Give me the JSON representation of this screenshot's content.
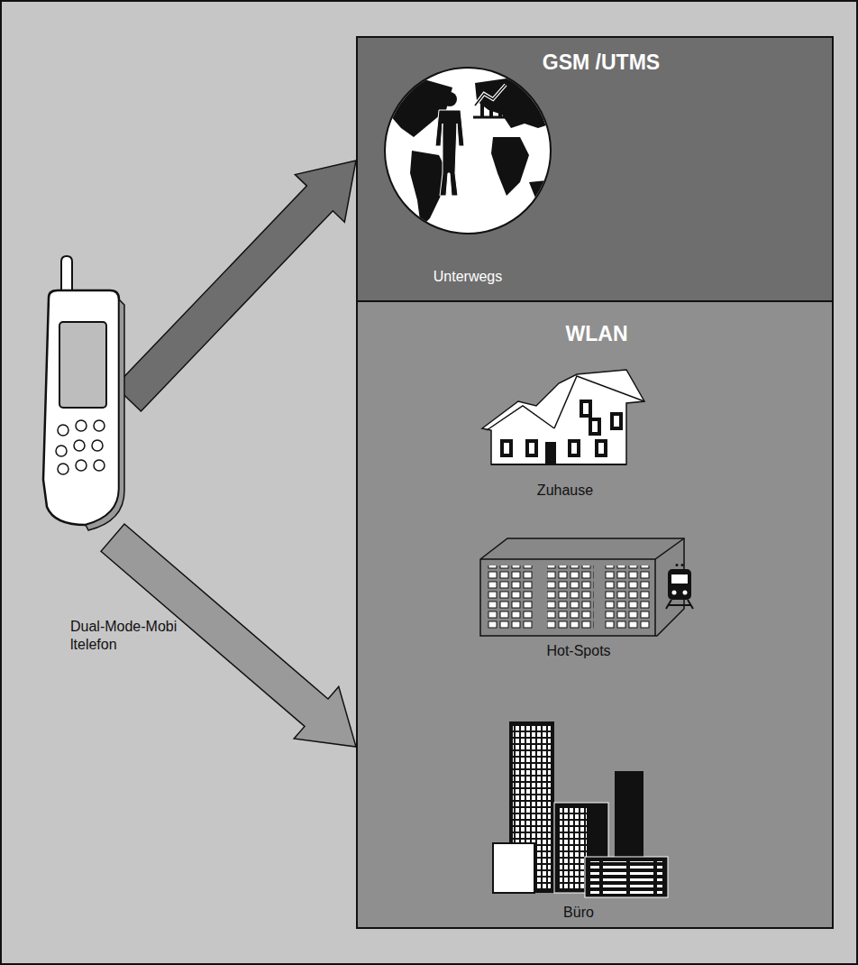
{
  "diagram": {
    "nodes": [
      {
        "text": [
          "GSM /UTMS",
          "Unterwegs"
        ]
      },
      {
        "text": [
          "WLAN",
          "Zuhause",
          "Hot-Spots",
          "Büro"
        ]
      },
      {
        "text": [
          "Dual-Mode-Mobiltelefon"
        ]
      }
    ],
    "edges": [
      {
        "from": 2,
        "to": 0,
        "arrow": "to"
      },
      {
        "from": 2,
        "to": 1,
        "arrow": "to"
      }
    ]
  }
}
